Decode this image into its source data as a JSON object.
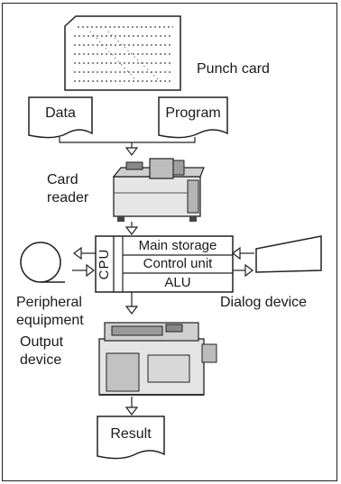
{
  "labels": {
    "punch_card": "Punch card",
    "data": "Data",
    "program": "Program",
    "card_reader_line1": "Card",
    "card_reader_line2": "reader",
    "cpu": "CPU",
    "main_storage": "Main storage",
    "control_unit": "Control unit",
    "alu": "ALU",
    "peripheral_line1": "Peripheral",
    "peripheral_line2": "equipment",
    "dialog_device": "Dialog device",
    "output_line1": "Output",
    "output_line2": "device",
    "result": "Result"
  }
}
